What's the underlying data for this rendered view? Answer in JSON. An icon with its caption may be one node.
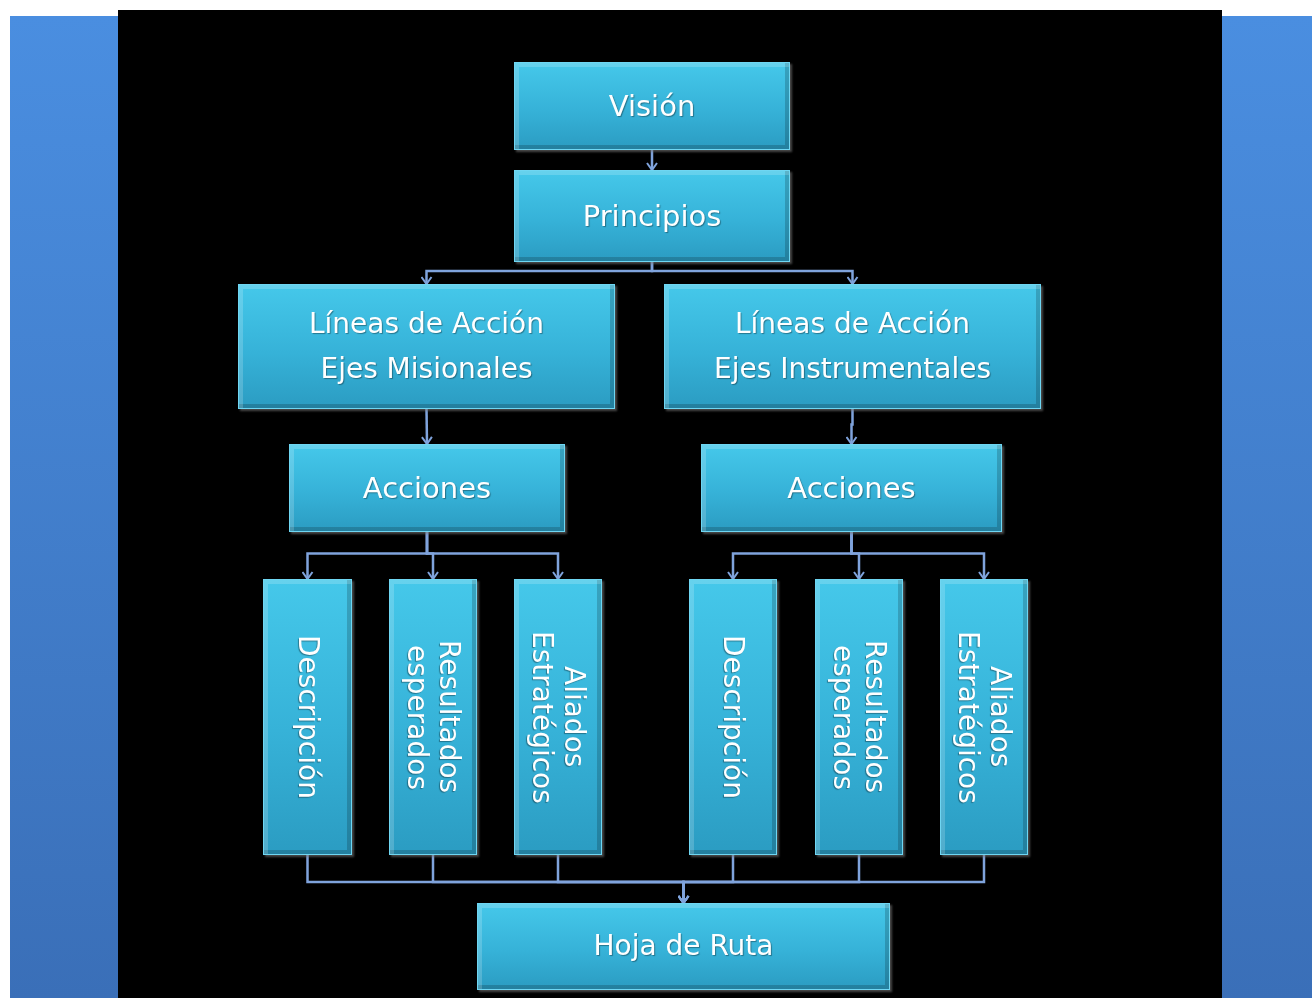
{
  "diagram": {
    "nodes": [
      {
        "text": [
          "Visión"
        ]
      },
      {
        "text": [
          "Principios"
        ]
      },
      {
        "text": [
          "Líneas de Acción Ejes Misionales"
        ]
      },
      {
        "text": [
          "Líneas de Acción Ejes Instrumentales"
        ]
      },
      {
        "text": [
          "Acciones"
        ]
      },
      {
        "text": [
          "Acciones"
        ]
      },
      {
        "text": [
          "Descripción"
        ]
      },
      {
        "text": [
          "Resultados esperados"
        ]
      },
      {
        "text": [
          "Aliados Estratégicos"
        ]
      },
      {
        "text": [
          "Descripción"
        ]
      },
      {
        "text": [
          "Resultados esperados"
        ]
      },
      {
        "text": [
          "Aliados Estratégicos"
        ]
      },
      {
        "text": [
          "Hoja de Ruta"
        ]
      }
    ],
    "edges": [
      {
        "from": 0,
        "to": 1,
        "arrow": "to"
      },
      {
        "from": 1,
        "to": 2,
        "arrow": "to"
      },
      {
        "from": 1,
        "to": 3,
        "arrow": "to"
      },
      {
        "from": 2,
        "to": 4,
        "arrow": "to"
      },
      {
        "from": 3,
        "to": 5,
        "arrow": "to"
      },
      {
        "from": 4,
        "to": 6,
        "arrow": "to"
      },
      {
        "from": 4,
        "to": 7,
        "arrow": "to"
      },
      {
        "from": 4,
        "to": 8,
        "arrow": "to"
      },
      {
        "from": 5,
        "to": 9,
        "arrow": "to"
      },
      {
        "from": 5,
        "to": 10,
        "arrow": "to"
      },
      {
        "from": 5,
        "to": 11,
        "arrow": "to"
      },
      {
        "from": 6,
        "to": 12,
        "arrow": "to"
      },
      {
        "from": 7,
        "to": 12,
        "arrow": "to"
      },
      {
        "from": 8,
        "to": 12,
        "arrow": "to"
      },
      {
        "from": 9,
        "to": 12,
        "arrow": "to"
      },
      {
        "from": 10,
        "to": 12,
        "arrow": "to"
      },
      {
        "from": 11,
        "to": 12,
        "arrow": "to"
      }
    ]
  }
}
